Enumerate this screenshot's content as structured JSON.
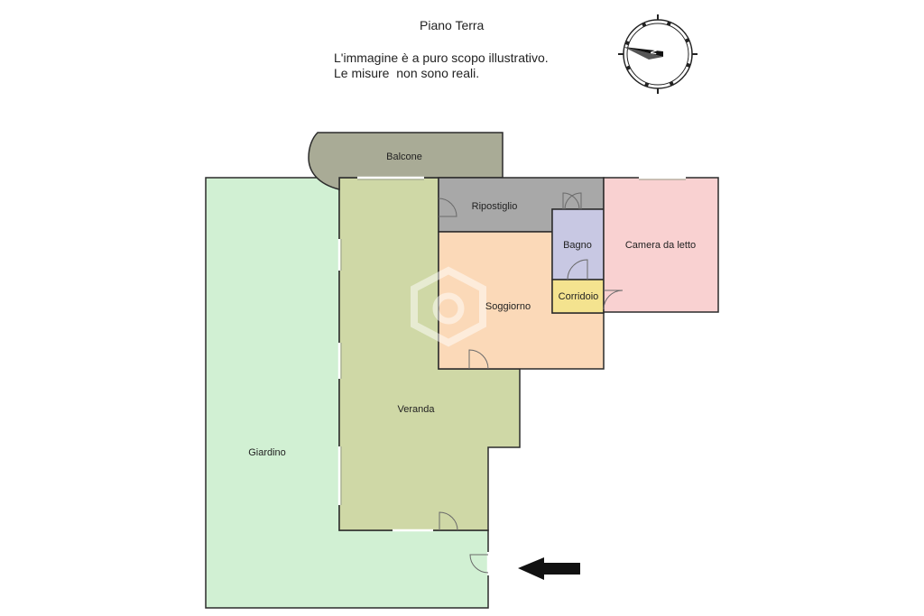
{
  "header": {
    "floor_title": "Piano Terra",
    "note_line1": "L'immagine è a puro scopo illustrativo.",
    "note_line2": "Le misure  non sono reali."
  },
  "icons": {
    "compass": "compass-rose-icon",
    "entrance": "entrance-arrow-icon",
    "watermark": "watermark-logo-icon"
  },
  "rooms": {
    "balcone": "Balcone",
    "ripostiglio": "Ripostiglio",
    "bagno": "Bagno",
    "camera": "Camera da letto",
    "soggiorno": "Soggiorno",
    "corridoio": "Corridoio",
    "veranda": "Veranda",
    "giardino": "Giardino"
  },
  "colors": {
    "giardino": "#d1f0d3",
    "veranda": "#cfd8a6",
    "balcone": "#a9ab96",
    "ripostiglio": "#a8a8a8",
    "soggiorno": "#fbd9b8",
    "bagno": "#c8c8e3",
    "corridoio": "#f4e38f",
    "camera": "#f9d1d1",
    "wall": "#2b2b2b"
  }
}
